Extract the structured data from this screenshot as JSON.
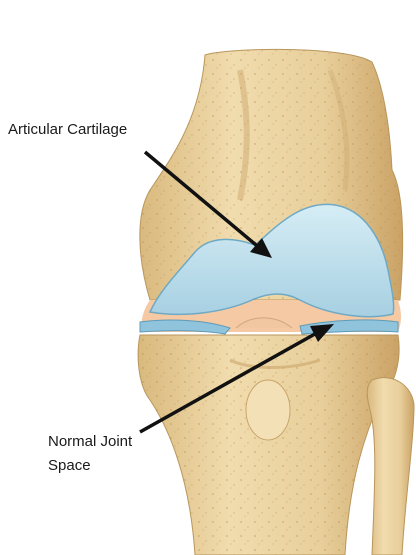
{
  "annotations": {
    "articular_cartilage": "Articular Cartilage",
    "normal_joint_space_line1": "Normal Joint",
    "normal_joint_space_line2": "Space"
  },
  "colors": {
    "bone": "#e6cc96",
    "bone_shadow": "#c9a569",
    "cartilage": "#bfe0ec",
    "cartilage_edge": "#6ea9c5",
    "joint_space": "#f4c9a4",
    "meniscus": "#8fc4dc",
    "arrow": "#111111",
    "text": "#1a1a1a"
  }
}
